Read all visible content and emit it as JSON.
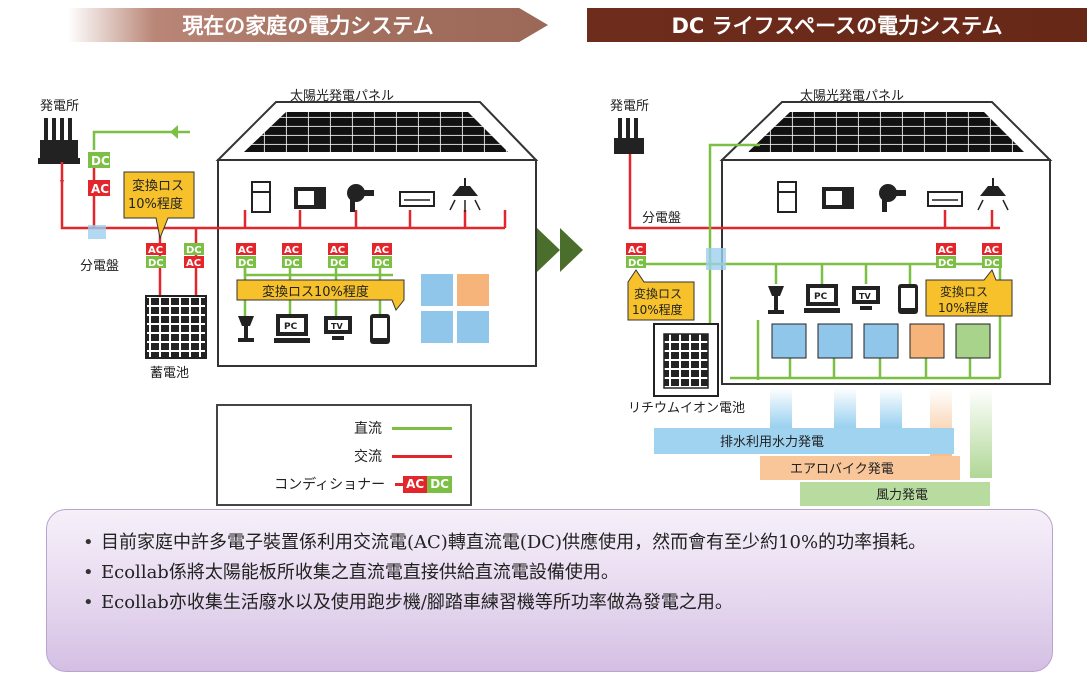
{
  "banners": {
    "left": "現在の家庭の電力システム",
    "right": "DC ライフスペースの電力システム"
  },
  "left_diagram": {
    "power_plant": "発電所",
    "solar_panel": "太陽光発電パネル",
    "breaker": "分電盤",
    "battery": "蓄電池",
    "loss_callout_1": "変換ロス",
    "loss_callout_2": "10%程度",
    "loss_bar": "変換ロス10%程度",
    "tag_ac": "AC",
    "tag_dc": "DC",
    "device_pc": "PC",
    "device_tv": "TV"
  },
  "right_diagram": {
    "power_plant": "発電所",
    "solar_panel": "太陽光発電パネル",
    "breaker": "分電盤",
    "battery": "リチウムイオン電池",
    "loss_callout_left_1": "変換ロス",
    "loss_callout_left_2": "10%程度",
    "loss_callout_right_1": "変換ロス",
    "loss_callout_right_2": "10%程度",
    "tag_ac": "AC",
    "tag_dc": "DC",
    "device_pc": "PC",
    "device_tv": "TV",
    "gen_water": "排水利用水力発電",
    "gen_bike": "エアロバイク発電",
    "gen_wind": "風力発電"
  },
  "legend": {
    "dc": "直流",
    "ac": "交流",
    "conditioner": "コンディショナー",
    "tag_ac": "AC",
    "tag_dc": "DC",
    "dc_color": "#7cbf45",
    "ac_color": "#e2262b"
  },
  "bullets": [
    "目前家庭中許多電子裝置係利用交流電(AC)轉直流電(DC)供應使用，然而會有至少約10%的功率損耗。",
    "Ecollab係將太陽能板所收集之直流電直接供給直流電設備使用。",
    "Ecollab亦收集生活廢水以及使用跑步機/腳踏車練習機等所功率做為發電之用。"
  ]
}
